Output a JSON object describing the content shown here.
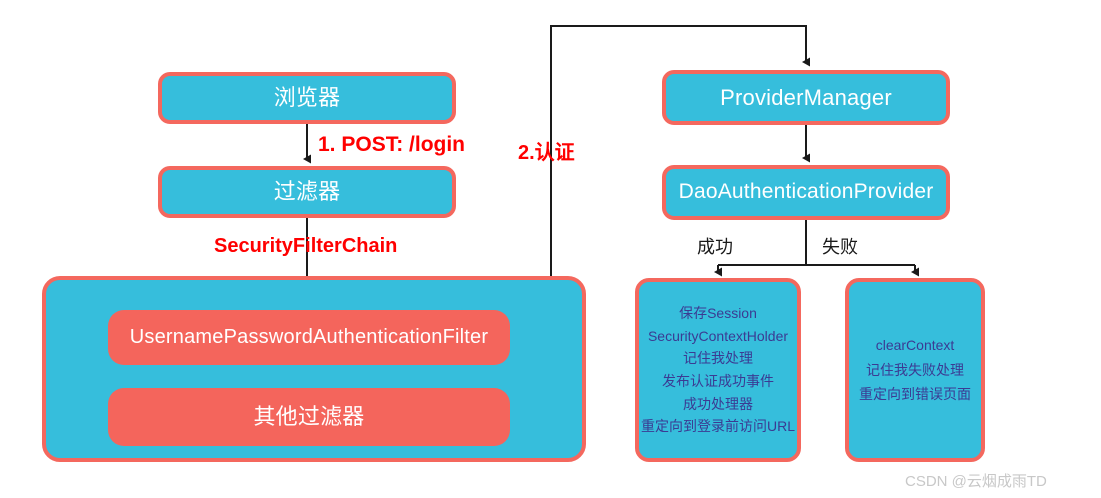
{
  "diagram": {
    "title": "Spring Security Login Authentication Flow",
    "colors": {
      "node_cyan_fill": "#36bedc",
      "node_red_fill": "#f4655c",
      "node_border": "#f4685e",
      "edge_label_red": "#ff0000",
      "detail_text": "#3b3b93",
      "connector": "#1a1a1a",
      "watermark": "#c8c8c8",
      "background": "#ffffff"
    }
  },
  "nodes": {
    "browser": "浏览器",
    "filter": "过滤器",
    "username_password_filter": "UsernamePasswordAuthenticationFilter",
    "other_filters": "其他过滤器",
    "provider_manager": "ProviderManager",
    "dao_provider": "DaoAuthenticationProvider"
  },
  "labels": {
    "post_login": "1. POST: /login",
    "security_filter_chain": "SecurityFilterChain",
    "authenticate": "2.认证",
    "success": "成功",
    "failure": "失败"
  },
  "success_box": {
    "lines": [
      "保存Session",
      "SecurityContextHolder",
      "记住我处理",
      "发布认证成功事件",
      "成功处理器",
      "重定向到登录前访问URL"
    ]
  },
  "failure_box": {
    "lines": [
      "clearContext",
      "记住我失败处理",
      "重定向到错误页面"
    ]
  },
  "watermark": {
    "text": "CSDN @云烟成雨TD"
  }
}
